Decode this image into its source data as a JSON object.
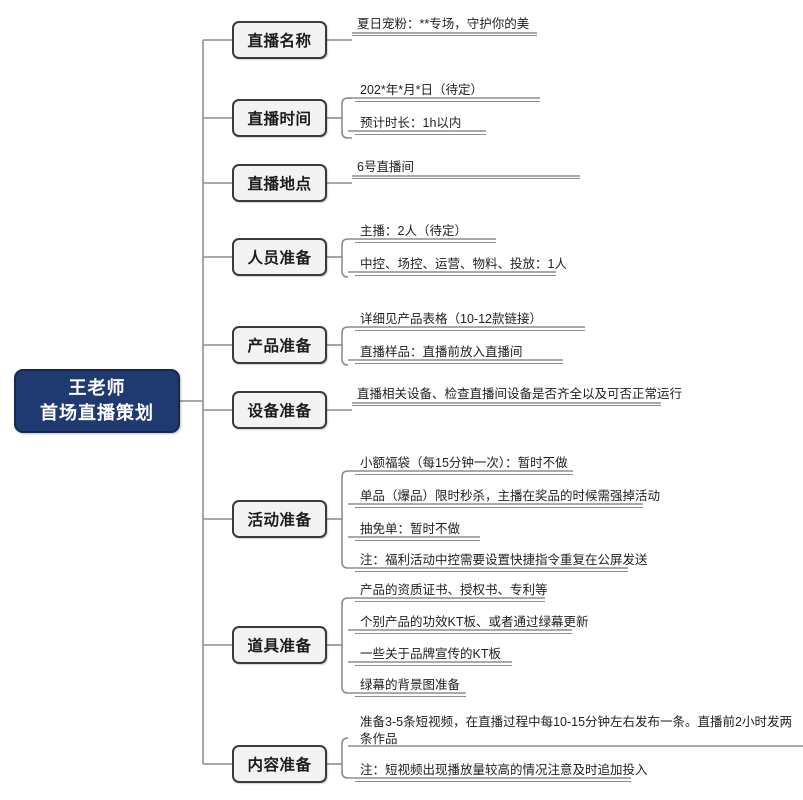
{
  "diagram": {
    "type": "mindmap",
    "orientation": "left-to-right",
    "colors": {
      "root_fill": "#1f3a70",
      "root_text": "#ffffff",
      "branch_fill": "#f3f3f3",
      "branch_border": "#3b3b3b",
      "leaf_text": "#1f1f1f",
      "connector": "#8d8d8d",
      "background": "#ffffff"
    },
    "root": {
      "line1": "王老师",
      "line2": "首场直播策划"
    },
    "branches": [
      {
        "label": "直播名称",
        "children": [
          "夏日宠粉：**专场，守护你的美"
        ]
      },
      {
        "label": "直播时间",
        "children": [
          "202*年*月*日（待定）",
          "预计时长：1h以内"
        ]
      },
      {
        "label": "直播地点",
        "children": [
          "6号直播间"
        ]
      },
      {
        "label": "人员准备",
        "children": [
          "主播：2人（待定）",
          "中控、场控、运营、物料、投放：1人"
        ]
      },
      {
        "label": "产品准备",
        "children": [
          "详细见产品表格（10-12款链接）",
          "直播样品：直播前放入直播间"
        ]
      },
      {
        "label": "设备准备",
        "children": [
          "直播相关设备、检查直播间设备是否齐全以及可否正常运行"
        ]
      },
      {
        "label": "活动准备",
        "children": [
          "小额福袋（每15分钟一次）：暂时不做",
          "单品（爆品）限时秒杀，主播在奖品的时候需强掉活动",
          "抽免单：暂时不做",
          "注：福利活动中控需要设置快捷指令重复在公屏发送"
        ]
      },
      {
        "label": "道具准备",
        "children": [
          "产品的资质证书、授权书、专利等",
          "个别产品的功效KT板、或者通过绿幕更新",
          "一些关于品牌宣传的KT板",
          "绿幕的背景图准备"
        ]
      },
      {
        "label": "内容准备",
        "children": [
          "准备3-5条短视频，在直播过程中每10-15分钟左右发布一条。直播前2小时发两条作品",
          "注：短视频出现播放量较高的情况注意及时追加投入"
        ]
      }
    ]
  }
}
